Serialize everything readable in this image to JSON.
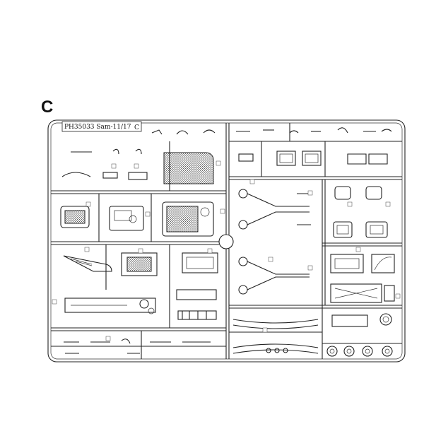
{
  "sheet": {
    "letter": "C",
    "code": "PH35033 Sam-11/17",
    "sprue_letter": "C"
  },
  "colors": {
    "line": "#222222",
    "paper": "#ffffff"
  }
}
